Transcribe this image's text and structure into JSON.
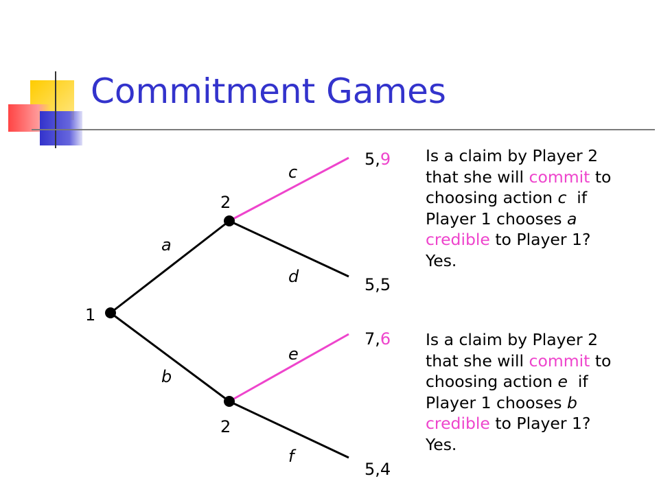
{
  "title": "Commitment Games",
  "colors": {
    "title": "#3333cc",
    "highlight": "#ee44cc",
    "edge": "#000000"
  },
  "tree": {
    "root_label": "1",
    "upper_node_label": "2",
    "lower_node_label": "2",
    "actions": {
      "a": "a",
      "b": "b",
      "c": "c",
      "d": "d",
      "e": "e",
      "f": "f"
    },
    "payoffs": {
      "c": {
        "p1": "5",
        "sep": ",",
        "p2": "9"
      },
      "d": {
        "p1": "5",
        "sep": ",",
        "p2": "5"
      },
      "e": {
        "p1": "7",
        "sep": ",",
        "p2": "6"
      },
      "f": {
        "p1": "5",
        "sep": ",",
        "p2": "4"
      }
    },
    "highlighted_edges": [
      "c",
      "e"
    ]
  },
  "question1": {
    "line1": "Is a claim by Player 2",
    "line2_pre": "that she will ",
    "line2_hl": "commit",
    "line2_post": " to",
    "line3_pre": "choosing action ",
    "line3_it": "c",
    "line3_post": "  if",
    "line4_pre": "Player 1 chooses ",
    "line4_it": "a",
    "line5_hl": "credible",
    "line5_post": " to Player 1?",
    "answer": "Yes."
  },
  "question2": {
    "line1": "Is a claim by Player 2",
    "line2_pre": "that she will ",
    "line2_hl": "commit",
    "line2_post": " to",
    "line3_pre": "choosing action ",
    "line3_it": "e",
    "line3_post": "  if",
    "line4_pre": "Player 1 chooses ",
    "line4_it": "b",
    "line5_hl": "credible",
    "line5_post": " to Player 1?",
    "answer": "Yes."
  }
}
